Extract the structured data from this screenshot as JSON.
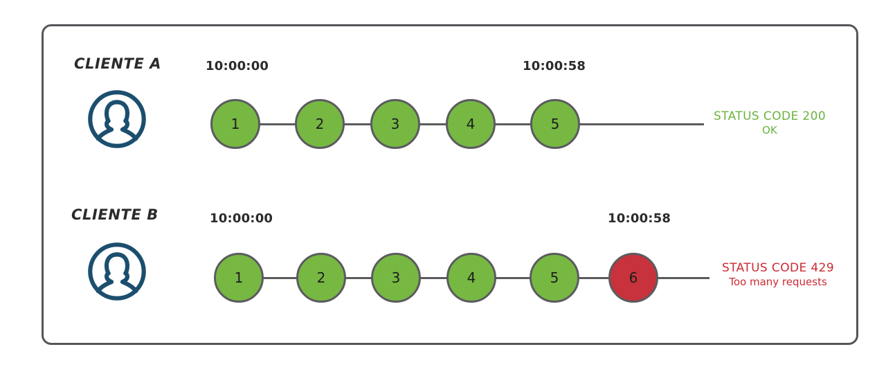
{
  "diagram": {
    "title": "Rate limiting sequence diagram",
    "background": "#ffffff",
    "frame_color": "#55555a",
    "colors": {
      "node_ok": "#77b843",
      "node_fail": "#c8323c",
      "node_border": "#5b5b5f",
      "connector": "#5b5b5f",
      "avatar": "#1c4e6e",
      "status_ok_text": "#6cb33f",
      "status_fail_text": "#cc2a33",
      "label_text": "#2b2b2b"
    }
  },
  "rows": [
    {
      "id": "cliente-a",
      "client_label": "CLIENTE A",
      "avatar_icon": "user-avatar-icon",
      "start_time": "10:00:00",
      "end_time": "10:00:58",
      "nodes": [
        {
          "label": "1",
          "state": "ok"
        },
        {
          "label": "2",
          "state": "ok"
        },
        {
          "label": "3",
          "state": "ok"
        },
        {
          "label": "4",
          "state": "ok"
        },
        {
          "label": "5",
          "state": "ok"
        }
      ],
      "status": {
        "state": "ok",
        "code": "STATUS CODE 200",
        "message": "OK"
      }
    },
    {
      "id": "cliente-b",
      "client_label": "CLIENTE B",
      "avatar_icon": "user-avatar-icon",
      "start_time": "10:00:00",
      "end_time": "10:00:58",
      "nodes": [
        {
          "label": "1",
          "state": "ok"
        },
        {
          "label": "2",
          "state": "ok"
        },
        {
          "label": "3",
          "state": "ok"
        },
        {
          "label": "4",
          "state": "ok"
        },
        {
          "label": "5",
          "state": "ok"
        },
        {
          "label": "6",
          "state": "fail"
        }
      ],
      "status": {
        "state": "fail",
        "code": "STATUS CODE 429",
        "message": "Too many requests"
      }
    }
  ]
}
